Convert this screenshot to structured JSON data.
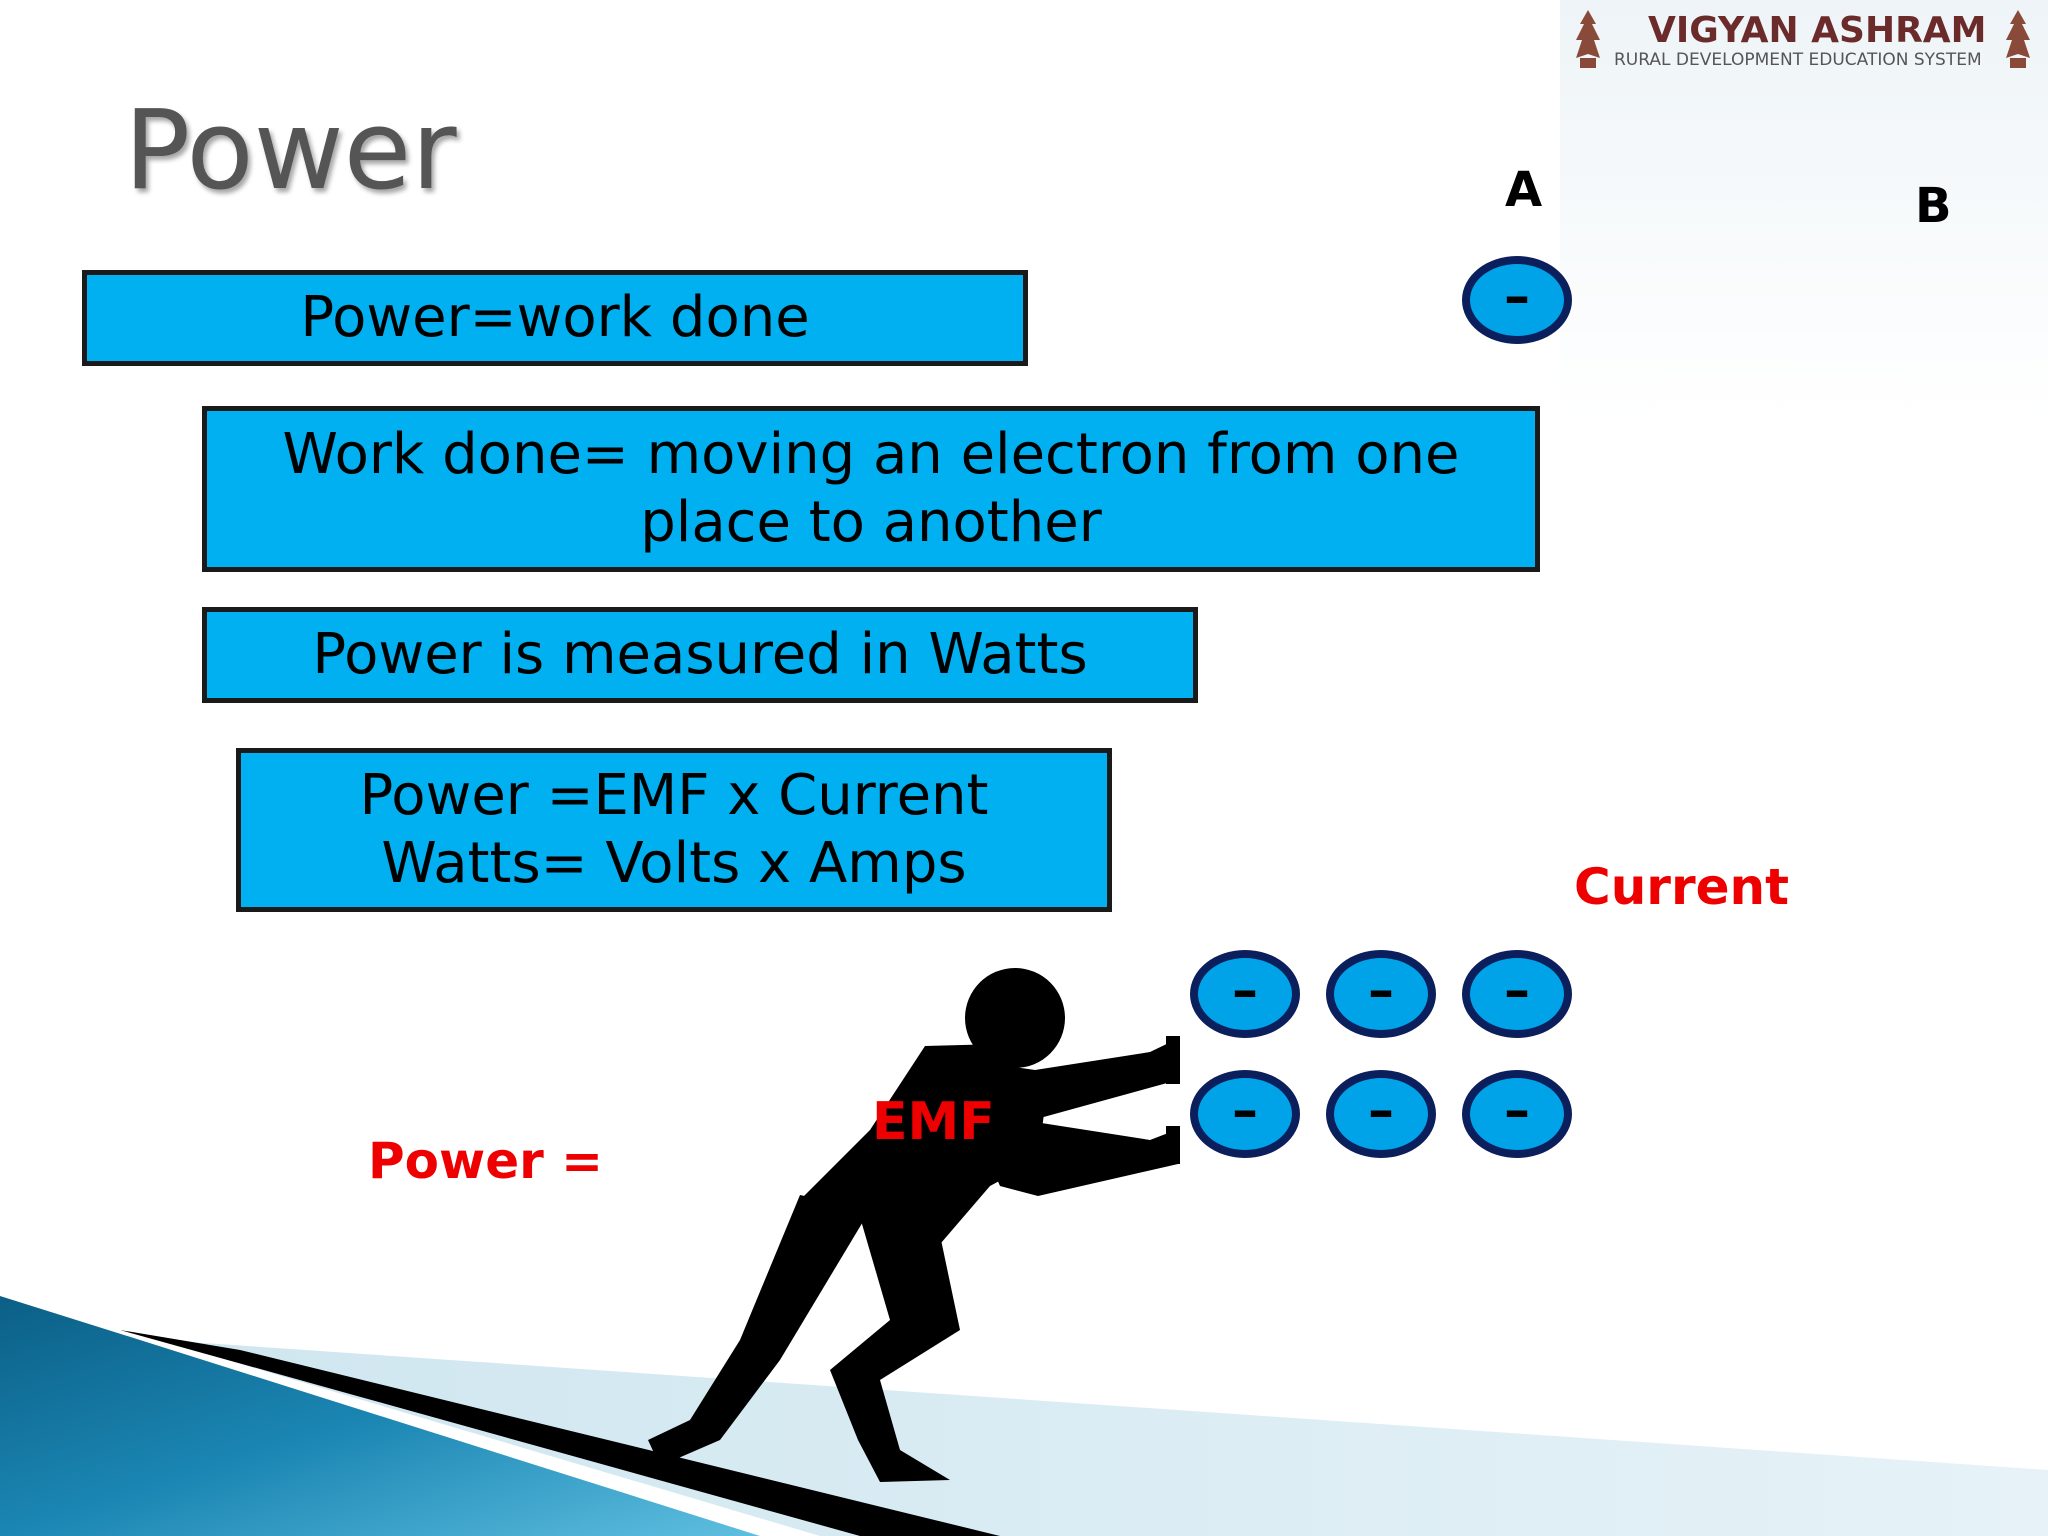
{
  "slide": {
    "title": "Power",
    "logo": {
      "name": "VIGYAN ASHRAM",
      "tagline": "RURAL DEVELOPMENT EDUCATION SYSTEM"
    },
    "boxes": [
      {
        "lines": [
          "Power=work done"
        ]
      },
      {
        "lines": [
          "Work done= moving an electron from one",
          "place to another"
        ]
      },
      {
        "lines": [
          "Power is measured in Watts"
        ]
      },
      {
        "lines": [
          "Power =EMF x Current",
          "Watts= Volts x Amps"
        ]
      }
    ],
    "point_a": "A",
    "point_b": "B",
    "current_label": "Current",
    "emf_label": "EMF",
    "power_eq_label": "Power =",
    "electron_symbol": "–"
  },
  "colors": {
    "box_fill": "#00b0f0",
    "electron_fill": "#00a2e8",
    "electron_border": "#0b1f5c",
    "label_red": "#ee0000"
  }
}
